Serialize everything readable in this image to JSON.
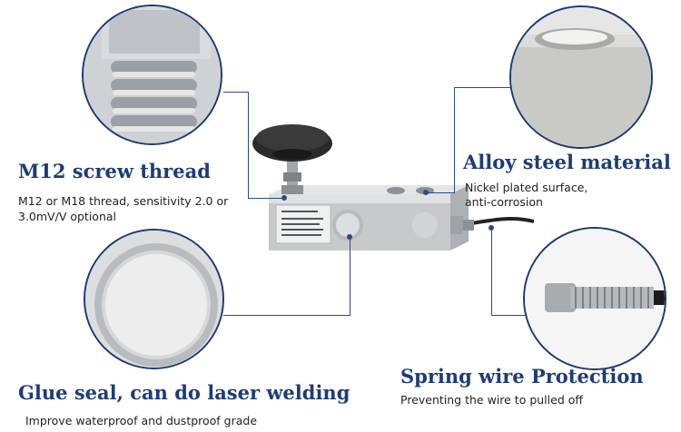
{
  "features": {
    "screw": {
      "title": "M12 screw thread",
      "desc_line1": "M12 or M18 thread, sensitivity 2.0 or",
      "desc_line2": "3.0mV/V optional"
    },
    "alloy": {
      "title": "Alloy steel material",
      "desc_line1": "Nickel plated surface,",
      "desc_line2": "anti-corrosion"
    },
    "seal": {
      "title": "Glue seal, can do laser welding",
      "desc_line1": "Improve waterproof and dustproof grade"
    },
    "spring": {
      "title": "Spring wire Protection",
      "desc_line1": "Preventing the wire to pulled off"
    }
  },
  "colors": {
    "heading": "#1d3c78",
    "callout": "#2b4a88"
  }
}
